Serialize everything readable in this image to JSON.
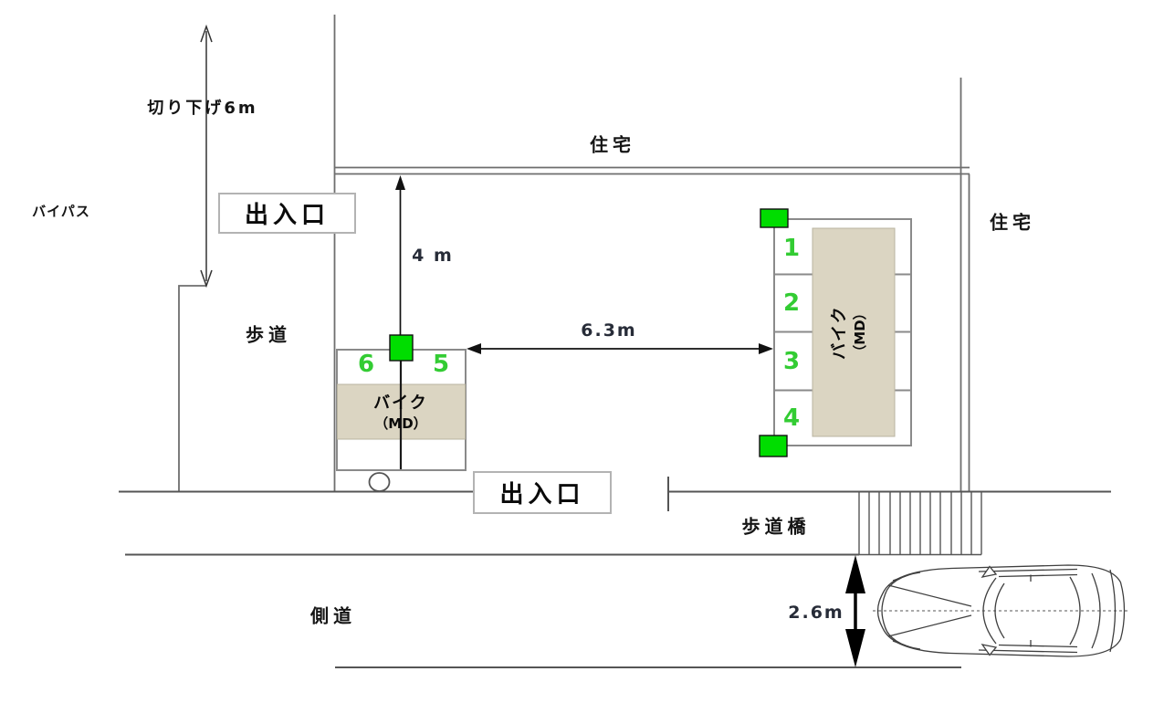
{
  "labels": {
    "bypass": "バイパス",
    "curb_cut": "切り下げ6m",
    "residence_top": "住宅",
    "residence_right": "住宅",
    "sidewalk": "歩道",
    "pedestrian_bridge": "歩道橋",
    "side_road": "側道"
  },
  "entrances": {
    "top": "出入口",
    "bottom": "出入口"
  },
  "dimensions": {
    "parking_depth": "4 m",
    "gap_between_stands": "6.3m",
    "lane_width": "2.6m"
  },
  "parking_left": {
    "spots": [
      "6",
      "5"
    ],
    "stand_line1": "バイク",
    "stand_line2": "（MD）"
  },
  "parking_right": {
    "spots": [
      "1",
      "2",
      "3",
      "4"
    ],
    "stand_line1": "バイク",
    "stand_line2": "（MD）"
  },
  "colors": {
    "marker_green": "#00dd00",
    "spot_number_green": "#33cc33",
    "stand_fill_tan": "#dbd5c2"
  }
}
